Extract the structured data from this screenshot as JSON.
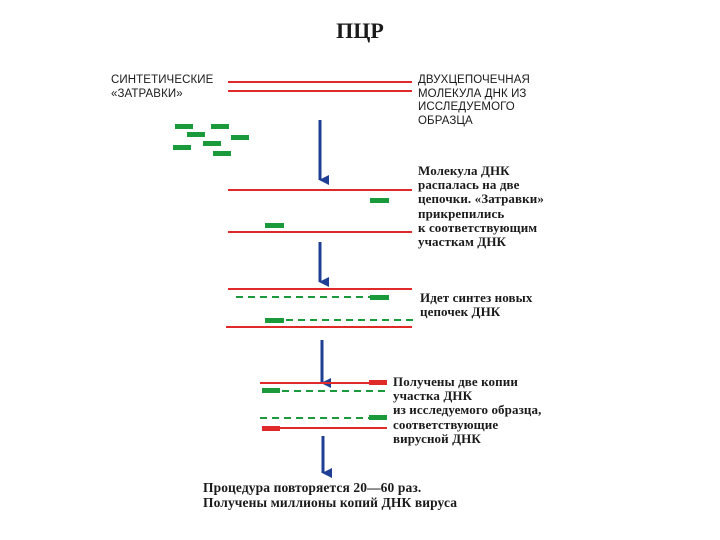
{
  "title": "ПЦР",
  "labels": {
    "primers": "СИНТЕТИЧЕСКИЕ\n«ЗАТРАВКИ»",
    "sample": "ДВУХЦЕПОЧЕЧНАЯ\nМОЛЕКУЛА ДНК ИЗ\nИССЛЕДУЕМОГО\nОБРАЗЦА",
    "step1": "Молекула ДНК\nраспалась на две\nцепочки. «Затравки»\nприкрепились\nк соответствующим\nучасткам ДНК",
    "step2": "Идет синтез новых\nцепочек ДНК",
    "step3": "Получены две копии\nучастка ДНК\nиз исследуемого образца,\nсоответствующие\nвирусной ДНК",
    "bottom": "Процедура повторяется 20—60 раз.\nПолучены миллионы копий ДНК вируса"
  },
  "colors": {
    "strand": "#e02a2a",
    "primer": "#1a9a3a",
    "arrow": "#1f3f95"
  }
}
